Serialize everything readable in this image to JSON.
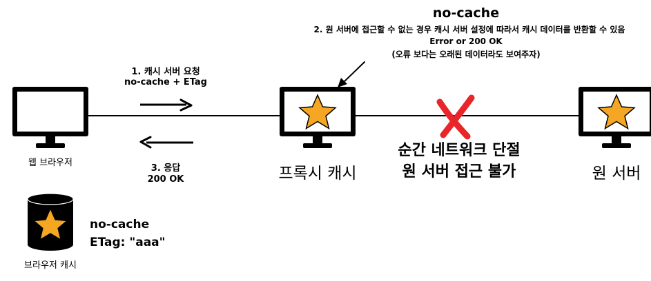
{
  "title": "no-cache",
  "note": {
    "line1": "2. 원 서버에 접근할 수 없는 경우 캐시 서버 설정에 따라서 캐시 데이터를 반환할 수 있음",
    "line2": "Error or 200 OK",
    "line3": "(오류 보다는 오래된 데이터라도 보여주자)"
  },
  "request": {
    "line1": "1. 캐시 서버 요청",
    "line2": "no-cache + ETag"
  },
  "response": {
    "line1": "3. 응답",
    "line2": "200 OK"
  },
  "nodes": {
    "browser": "웹 브라우저",
    "proxy": "프록시 캐시",
    "origin": "원 서버"
  },
  "network_fail": {
    "line1": "순간 네트워크 단절",
    "line2": "원 서버 접근 불가"
  },
  "browser_cache": {
    "label": "브라우저 캐시",
    "line1": "no-cache",
    "line2": "ETag: \"aaa\""
  },
  "colors": {
    "star": "#F5A623",
    "cross": "#E8262A",
    "ink": "#000000",
    "label_gray": "#333333"
  },
  "icons": [
    "monitor-icon",
    "star-icon",
    "database-icon",
    "cross-icon"
  ]
}
